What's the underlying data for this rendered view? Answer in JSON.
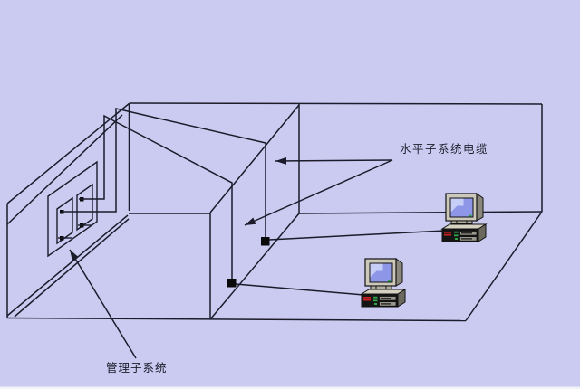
{
  "diagram": {
    "type": "structured-cabling-room-diagram",
    "background_color": "#cbcbf1",
    "line_color": "#1b1b2b",
    "labels": {
      "horizontal_subsystem_cable": "水平子系统电缆",
      "management_subsystem": "管理子系统"
    },
    "components": {
      "patch_panel": "wall-mounted panel with two jack plates and four connection points",
      "outlets": 2,
      "computers": 2,
      "ceiling_cable_runs": 2
    },
    "colors": {
      "outlet": "#0a0a0a",
      "computer_body": "#ccc8ba",
      "computer_screen": "#8e96e8",
      "computer_screen_highlight": "#c6cdf7",
      "computer_case": "#151515",
      "computer_case_red": "#cc2222",
      "computer_case_green": "#2fa44a"
    }
  }
}
